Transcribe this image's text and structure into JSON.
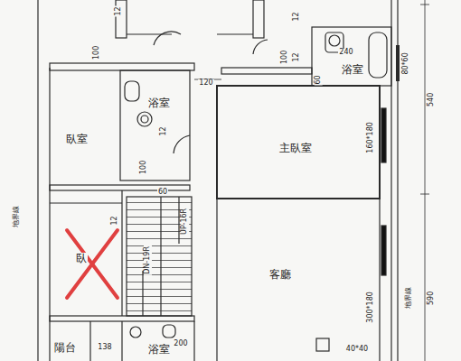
{
  "diagram": {
    "nodes": [
      {
        "text": [
          "浴室"
        ]
      },
      {
        "text": [
          "浴室"
        ]
      },
      {
        "text": [
          "臥室"
        ]
      },
      {
        "text": [
          "主臥室"
        ]
      },
      {
        "text": [
          "臥"
        ]
      },
      {
        "text": [
          "客廳"
        ]
      },
      {
        "text": [
          "陽台"
        ]
      },
      {
        "text": [
          "浴室"
        ]
      }
    ],
    "labels": [
      "12",
      "12",
      "100",
      "240",
      "100",
      "12",
      "80*60",
      "120",
      "60",
      "540",
      "12",
      "160*180",
      "100",
      "60",
      "地界線",
      "12",
      "UP-16R",
      "DN-19R",
      "590",
      "地界線",
      "300*180",
      "138",
      "200",
      "40*40"
    ]
  }
}
